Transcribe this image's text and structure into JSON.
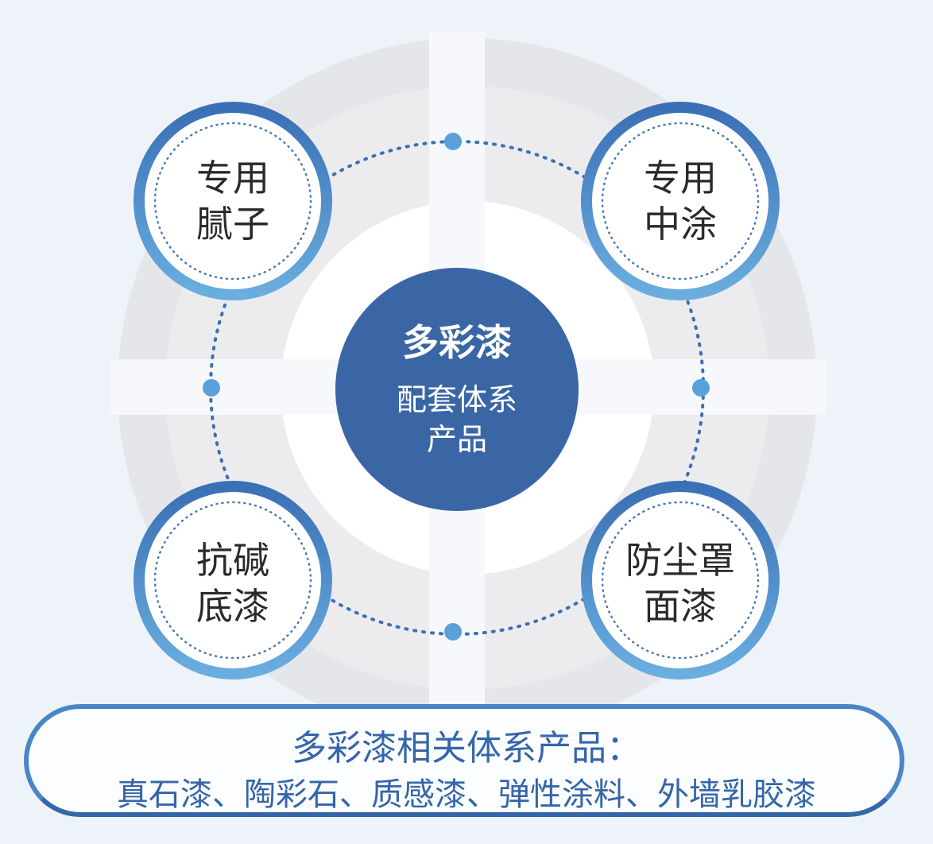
{
  "colors": {
    "dark_blue": "#3a66a6",
    "ring_blue": "#4a86c5",
    "light_blue": "#6aaee0",
    "gray": "#e4e6ea",
    "background": "#eef3f9"
  },
  "center": {
    "title": "多彩漆",
    "subtitle_line1": "配套体系",
    "subtitle_line2": "产品"
  },
  "nodes": [
    {
      "line1": "专用",
      "line2": "腻子"
    },
    {
      "line1": "专用",
      "line2": "中涂"
    },
    {
      "line1": "抗碱",
      "line2": "底漆"
    },
    {
      "line1": "防尘罩",
      "line2": "面漆"
    }
  ],
  "bottom": {
    "title": "多彩漆相关体系产品：",
    "list": "真石漆、陶彩石、质感漆、弹性涂料、外墙乳胶漆"
  }
}
